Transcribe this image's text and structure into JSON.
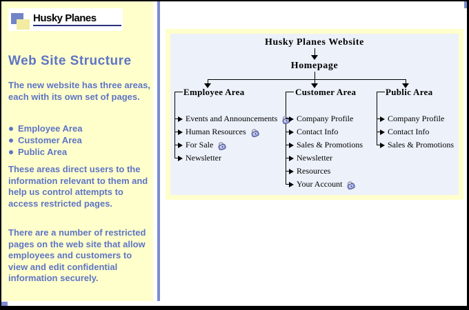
{
  "logo": {
    "title": "Husky Planes"
  },
  "sidebar": {
    "heading": "Web Site Structure",
    "paragraph1": "The new website has three areas, each with its own set of pages.",
    "bullets": [
      "Employee Area",
      "Customer Area",
      "Public Area"
    ],
    "paragraph2": "These areas direct users to the information relevant to them and help us control attempts to access restricted pages.",
    "paragraph3": "There are a number of restricted pages on the web site that allow employees and customers to view and edit confidential information securely."
  },
  "diagram": {
    "title": "Husky Planes Website",
    "root": "Homepage",
    "columns": [
      {
        "header": "Employee Area",
        "items": [
          {
            "label": "Events and Announcements",
            "locked": true
          },
          {
            "label": "Human Resources",
            "locked": true
          },
          {
            "label": "For Sale",
            "locked": true
          },
          {
            "label": "Newsletter",
            "locked": false
          }
        ]
      },
      {
        "header": "Customer Area",
        "items": [
          {
            "label": "Company Profile",
            "locked": false
          },
          {
            "label": "Contact Info",
            "locked": false
          },
          {
            "label": "Sales & Promotions",
            "locked": false
          },
          {
            "label": "Newsletter",
            "locked": false
          },
          {
            "label": "Resources",
            "locked": false
          },
          {
            "label": "Your Account",
            "locked": true
          }
        ]
      },
      {
        "header": "Public Area",
        "items": [
          {
            "label": "Company Profile",
            "locked": false
          },
          {
            "label": "Contact Info",
            "locked": false
          },
          {
            "label": "Sales & Promotions",
            "locked": false
          }
        ]
      }
    ]
  },
  "colors": {
    "sidebar_bg": "#FFFFCC",
    "accent_text": "#5E74C4",
    "divider_blue": "#7B8CD0",
    "diagram_bg": "#ECF1FA",
    "diagram_border": "#FFFFCC",
    "logo_underline": "#29307E",
    "logo_square_blue": "#7283C6",
    "logo_square_yellow": "#F2EBA1",
    "line_color": "#000000"
  }
}
